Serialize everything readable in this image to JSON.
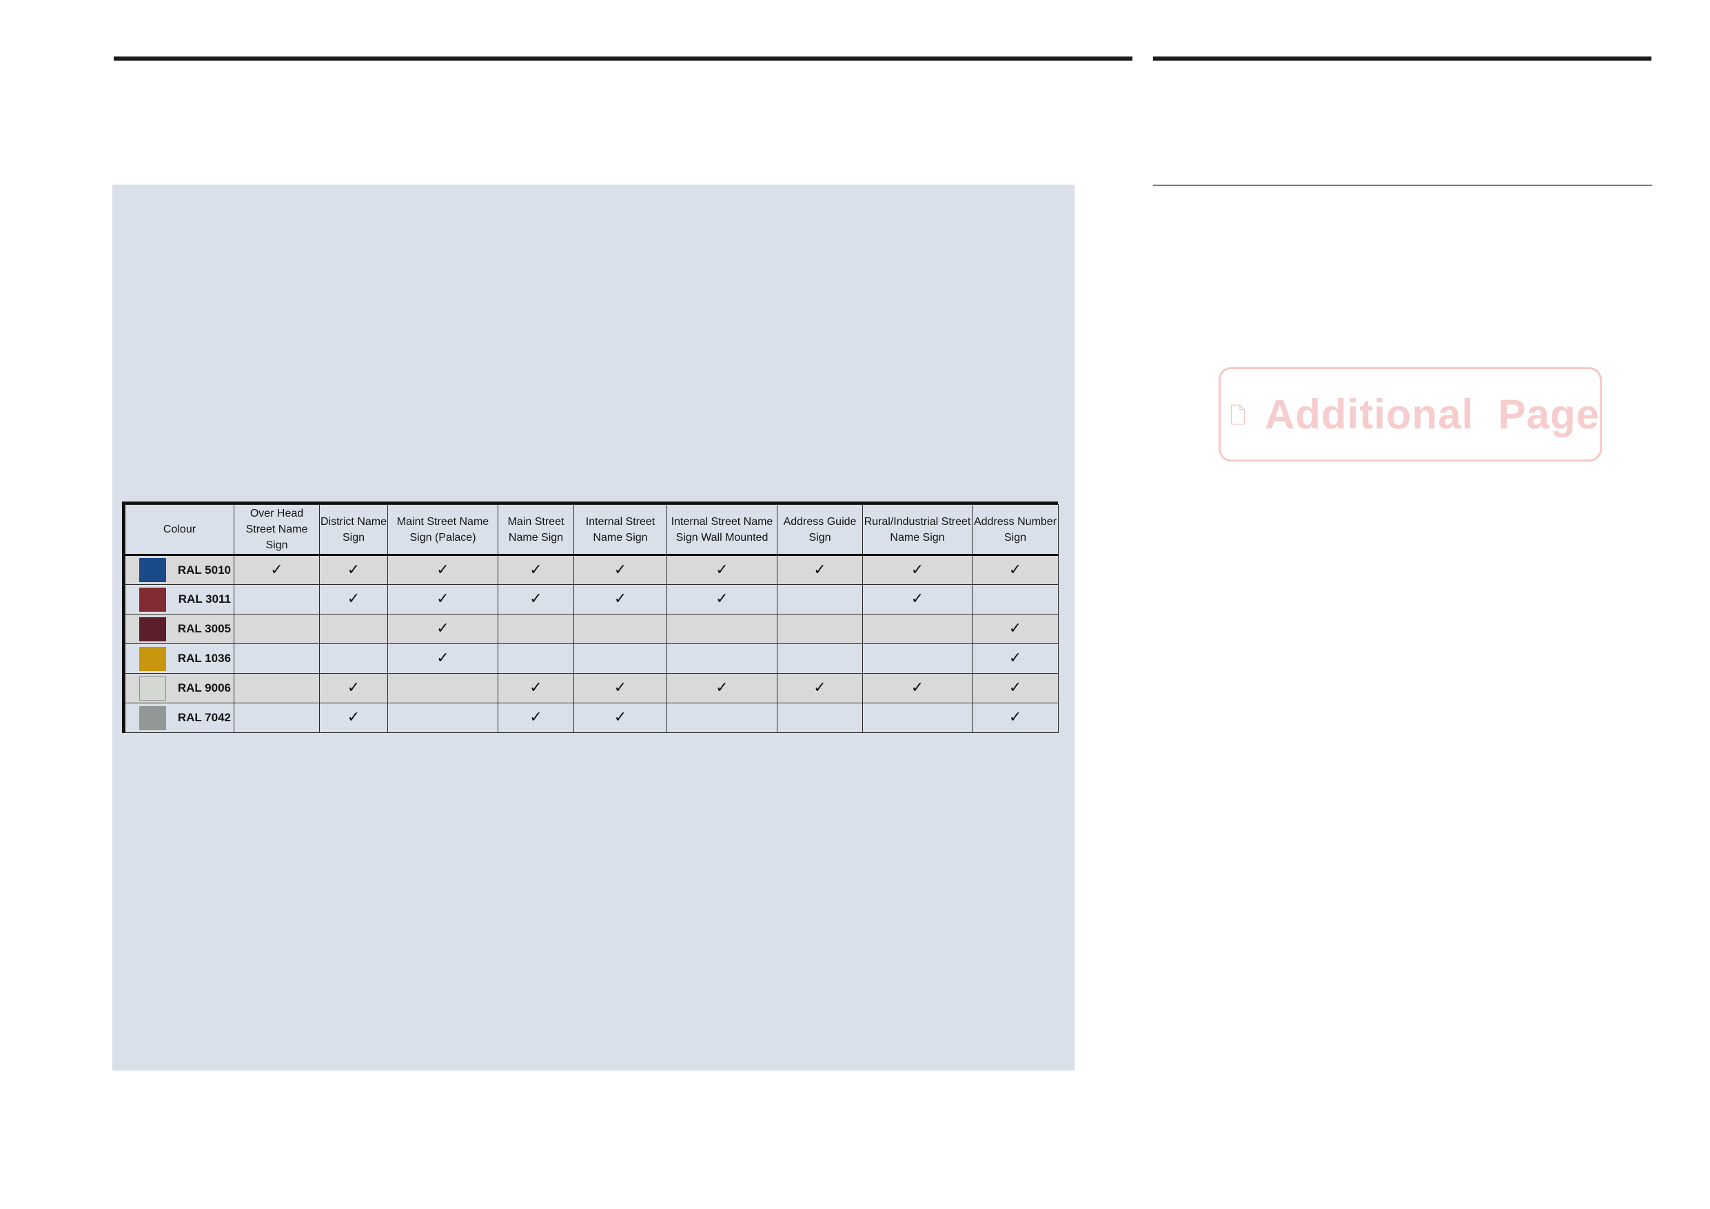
{
  "table": {
    "headers": [
      "Colour",
      "Over Head Street Name Sign",
      "District Name Sign",
      "Maint Street Name Sign (Palace)",
      "Main Street Name Sign",
      "Internal Street Name Sign",
      "Internal Street Name Sign Wall Mounted",
      "Address Guide Sign",
      "Rural/Industrial Street Name Sign",
      "Address Number Sign"
    ],
    "check_mark": "✓",
    "rows": [
      {
        "label": "RAL 5010",
        "swatch": "#1a4a8a",
        "checks": [
          true,
          true,
          true,
          true,
          true,
          true,
          true,
          true,
          true
        ]
      },
      {
        "label": "RAL 3011",
        "swatch": "#832b33",
        "checks": [
          false,
          true,
          true,
          true,
          true,
          true,
          false,
          true,
          false
        ]
      },
      {
        "label": "RAL 3005",
        "swatch": "#5b1f2c",
        "checks": [
          false,
          false,
          true,
          false,
          false,
          false,
          false,
          false,
          true
        ]
      },
      {
        "label": "RAL 1036",
        "swatch": "#c8950e",
        "checks": [
          false,
          false,
          true,
          false,
          false,
          false,
          false,
          false,
          true
        ]
      },
      {
        "label": "RAL 9006",
        "swatch": "#d3d8d2",
        "checks": [
          false,
          true,
          false,
          true,
          true,
          true,
          true,
          true,
          true
        ]
      },
      {
        "label": "RAL 7042",
        "swatch": "#929896",
        "checks": [
          false,
          true,
          false,
          true,
          true,
          false,
          false,
          false,
          true
        ]
      }
    ]
  },
  "stamp": {
    "text": "Additional  Page",
    "color": "#f6cccc"
  },
  "colors": {
    "panel": "#d9e0ea",
    "grey_row": "#d9d9d9"
  }
}
